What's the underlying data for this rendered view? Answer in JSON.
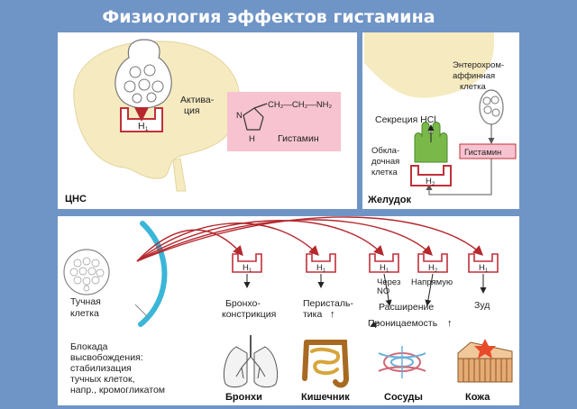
{
  "title": "Физиология эффектов гистамина",
  "colors": {
    "background": "#6f94c6",
    "panel": "#ffffff",
    "brain": "#f6eac0",
    "receptor_red": "#c0303a",
    "arrow_red": "#b5282e",
    "cyan_membrane": "#3ab6d8",
    "pink_box": "#f7c3d0",
    "cell_green": "#7ab84a"
  },
  "cns_panel": {
    "label": "ЦНС",
    "receptor": "H",
    "receptor_sub": "1",
    "activation_line1": "Актива-",
    "activation_line2": "ция"
  },
  "histamine_box": {
    "formula": "CH₂—CH₂—NH₂",
    "nh": "N",
    "h": "H",
    "name": "Гистамин"
  },
  "stomach_panel": {
    "label": "Желудок",
    "ecl_line1": "Энтерохром-",
    "ecl_line2": "аффинная",
    "ecl_line3": "клетка",
    "secretion": "Секреция HCl",
    "parietal_line1": "Обкла-",
    "parietal_line2": "дочная",
    "parietal_line3": "клетка",
    "receptor": "H",
    "receptor_sub": "2",
    "histamine": "Гистамин"
  },
  "effects_panel": {
    "mast_line1": "Тучная",
    "mast_line2": "клетка",
    "block_line1": "Блокада",
    "block_line2": "высвобождения:",
    "block_line3": "стабилизация",
    "block_line4": "тучных клеток,",
    "block_line5": "напр., кромогликатом",
    "receptors": [
      {
        "label": "H",
        "sub": "1"
      },
      {
        "label": "H",
        "sub": "1"
      },
      {
        "label": "H",
        "sub": "1"
      },
      {
        "label": "H",
        "sub": "2"
      },
      {
        "label": "H",
        "sub": "1"
      }
    ],
    "broncho_line1": "Бронхо-",
    "broncho_line2": "констрикция",
    "peristalsis_line1": "Перисталь-",
    "peristalsis_line2": "тика",
    "via_line1": "Через",
    "via_line2": "NO",
    "direct": "Напрямую",
    "dilation": "Расширение",
    "permeability": "Проницаемость",
    "itch": "Зуд",
    "organs": [
      "Бронхи",
      "Кишечник",
      "Сосуды",
      "Кожа"
    ]
  }
}
